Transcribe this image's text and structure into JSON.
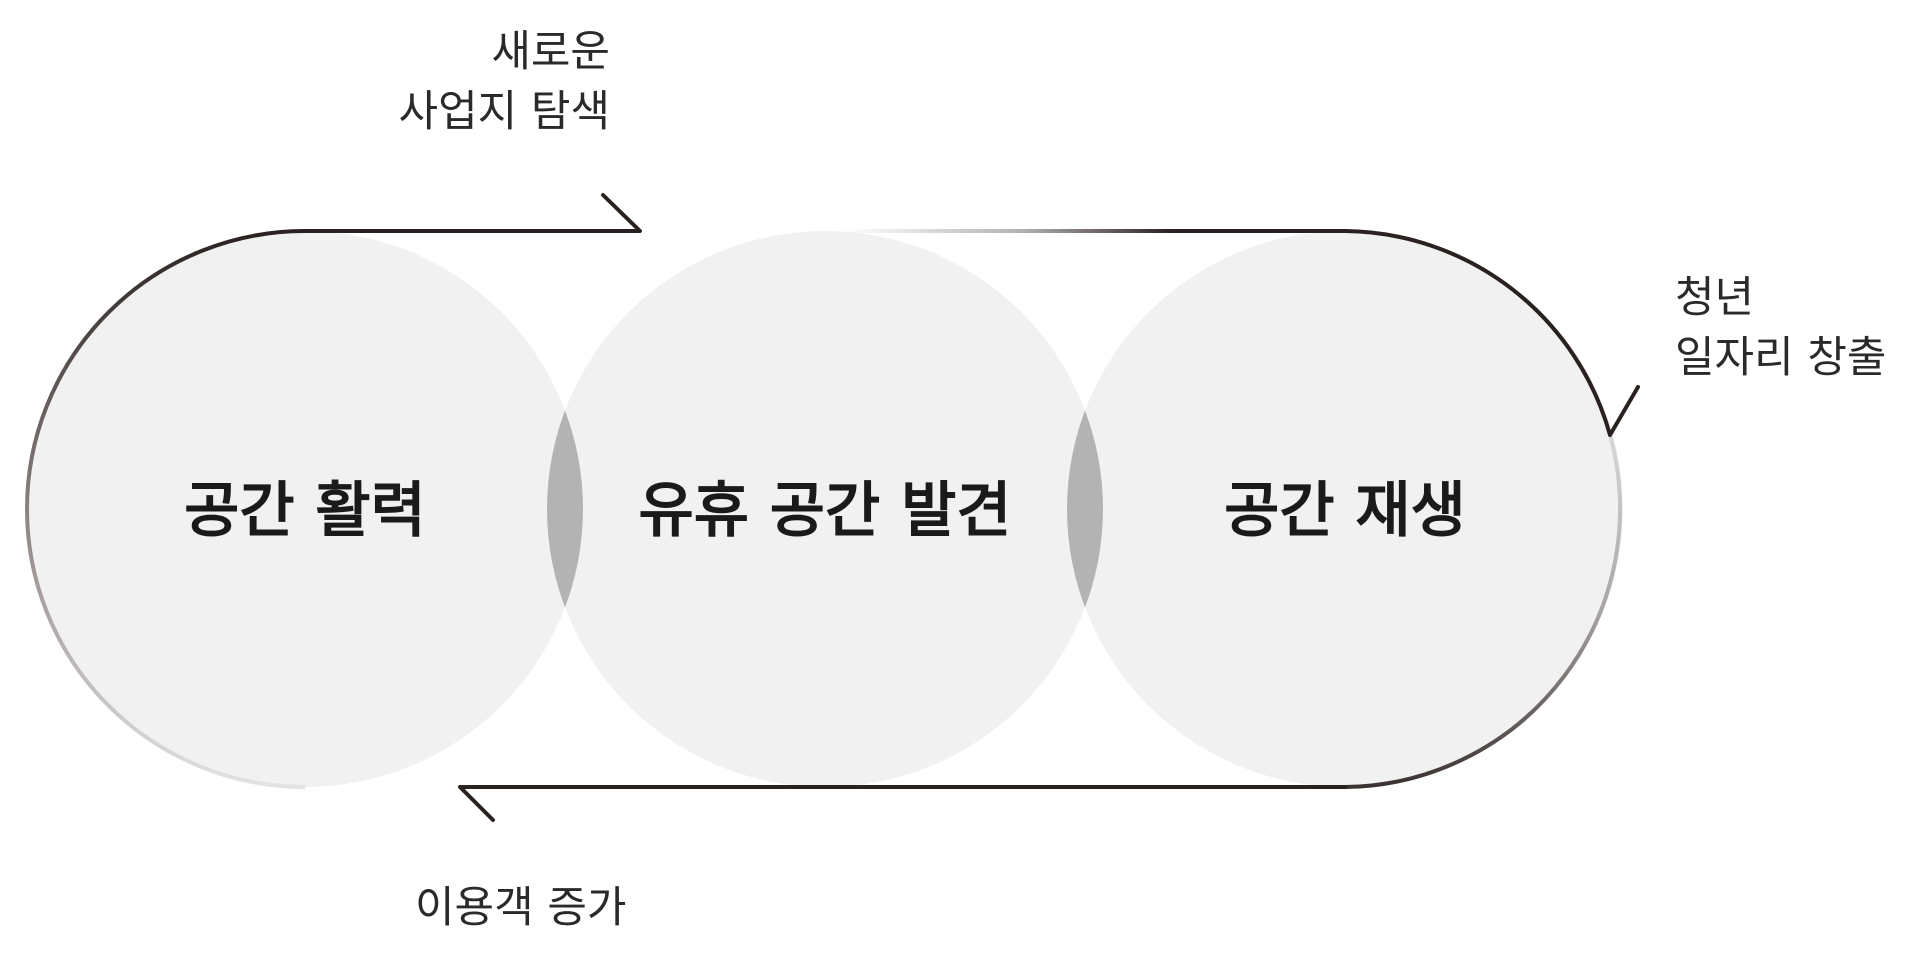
{
  "diagram": {
    "circles": [
      {
        "label": "공간 활력"
      },
      {
        "label": "유휴 공간 발견"
      },
      {
        "label": "공간 재생"
      }
    ],
    "outcomes": {
      "top": [
        "새로운",
        "사업지 탐색"
      ],
      "right": [
        "청년",
        "일자리 창출"
      ],
      "bottom": [
        "이용객 증가"
      ]
    },
    "colors": {
      "circle_fill": "#f1f1f1",
      "overlap_fill": "#b3b3b3",
      "loop_stroke": "#2a2220"
    }
  }
}
